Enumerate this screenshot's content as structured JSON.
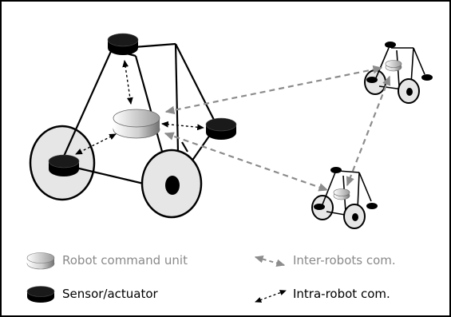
{
  "legend": {
    "command_unit_label": "Robot command unit",
    "sensor_label": "Sensor/actuator",
    "inter_robot_label": "Inter-robots com.",
    "intra_robot_label": "Intra-robot com."
  },
  "colors": {
    "gray_text": "#8a8a8a",
    "black_text": "#000000",
    "inter_arrow": "#8c8c8c",
    "intra_arrow": "#000000",
    "wheel_fill": "#e6e6e6"
  }
}
